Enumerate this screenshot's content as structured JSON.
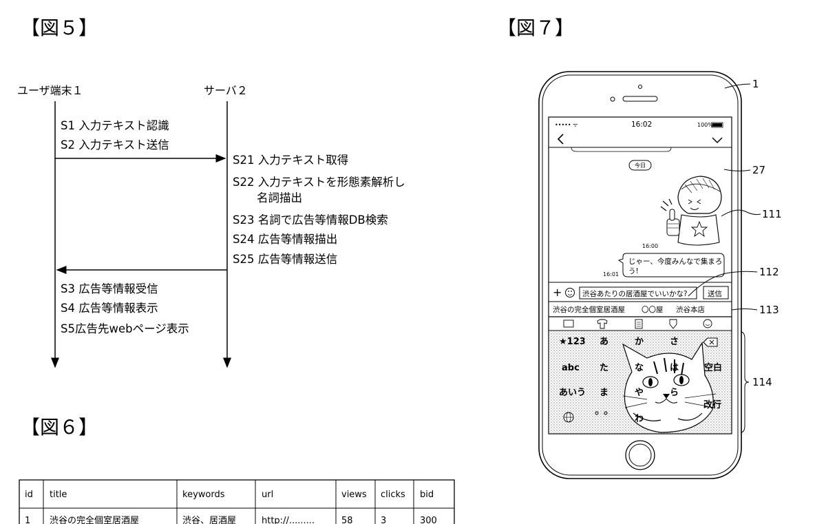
{
  "fig5": {
    "title": "【図５】",
    "left_actor": "ユーザ端末１",
    "right_actor": "サーバ２",
    "client_steps_top": [
      "S1 入力テキスト認識",
      "S2 入力テキスト送信"
    ],
    "server_steps": [
      "S21 入力テキスト取得",
      "S22 入力テキストを形態素解析し",
      "名詞描出",
      "S23 名詞で広告等情報DB検索",
      "S24 広告等情報描出",
      "S25 広告等情報送信"
    ],
    "client_steps_bottom": [
      "S3 広告等情報受信",
      "S4 広告等情報表示",
      "S5広告先webページ表示"
    ]
  },
  "fig6": {
    "title": "【図６】",
    "columns": [
      "id",
      "title",
      "keywords",
      "url",
      "views",
      "clicks",
      "bid"
    ],
    "rows": [
      [
        "1",
        "渋谷の完全個室居酒屋",
        "渋谷、居酒屋",
        "http://.........",
        "58",
        "3",
        "300"
      ]
    ]
  },
  "fig7": {
    "title": "【図７】",
    "status_time": "16:02",
    "status_carrier": "••••• ᯤ",
    "status_battery": "100%",
    "back_icon": "chevron-left-icon",
    "menu_icon": "chevron-down-icon",
    "today": "今日",
    "sticker_time": "16:00",
    "message_time": "16:01",
    "message_lines": [
      "じゃー、今度みんなで集まろ",
      "う!"
    ],
    "input_text": "渋谷あたりの居酒屋でいいかな?",
    "send_label": "送信",
    "suggestions": [
      "渋谷の完全個室居酒屋",
      "〇〇屋",
      "渋谷本店"
    ],
    "keyboard_tabs": [
      "tablet-icon",
      "shirt-icon",
      "document-icon",
      "shield-icon",
      "smiley-icon"
    ],
    "keyboard_keys": {
      "row1": [
        "★123",
        "あ",
        "か",
        "さ"
      ],
      "row2": [
        "abc",
        "た",
        "な",
        "は",
        "空白"
      ],
      "row3": [
        "あいう",
        "ま",
        "や",
        "ら",
        "改行"
      ],
      "row4": [
        "わ"
      ]
    },
    "refs": [
      "1",
      "27",
      "111",
      "112",
      "113",
      "114"
    ]
  }
}
